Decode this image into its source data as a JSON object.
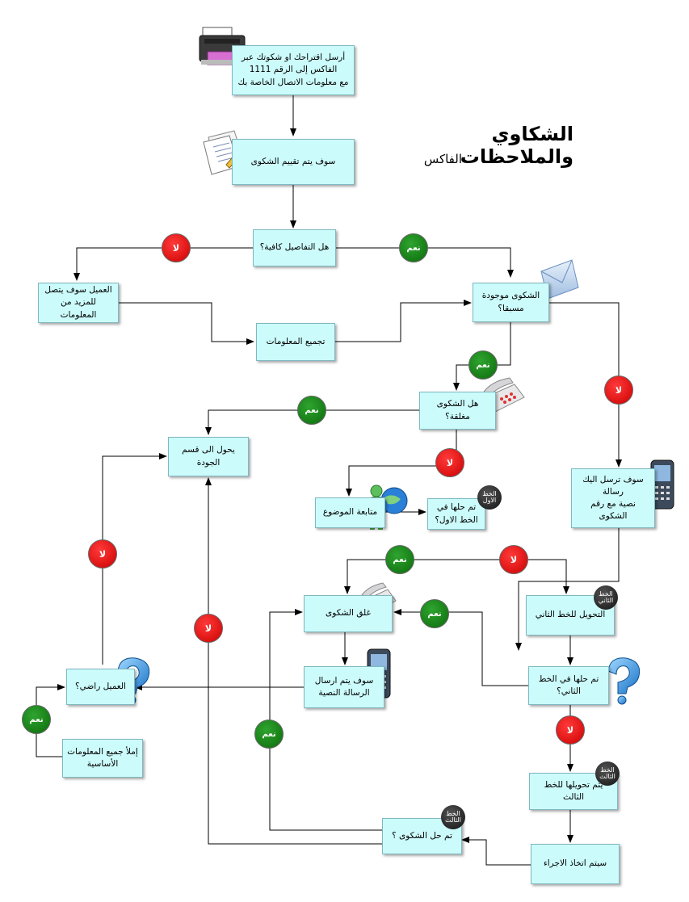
{
  "title": "الشكاوي والملاحظات",
  "subtitle": "الفاكس",
  "boxes": {
    "send_fax": "أرسل اقتراحك او شكوتك عبر\nالفاكس إلى الرقم   1111\nمع معلومات الاتصال الخاصة بك",
    "evaluate": "سوف يتم تقييم الشكوى",
    "details_enough": "هل التفاصيل كافية؟",
    "customer_contacted": "العميل سوف يتصل\nللمزيد من المعلومات",
    "collect_info": "تجميع المعلومات",
    "previous_complaint": "الشكوى موجودة مسبقا؟",
    "is_closed": "هل الشكوى مغلقة؟",
    "quality_dept": "يحول الى قسم الجودة",
    "sms_number": "سوف ترسل اليك رسالة\nنصية مع رقم الشكوى",
    "follow_up": "متابعة الموضوع",
    "solved_first": "تم حلها في\nالخط الاول؟",
    "close_complaint": "غلق الشكوى",
    "transfer_second": "التحويل للخط الثاني",
    "solved_second": "تم حلها في الخط الثاني؟",
    "sms_sent": "سوف يتم ارسال\nالرسالة النصية",
    "satisfied": "العميل راضي؟",
    "fill_info": "إملأ جميع المعلومات\nالأساسية",
    "transfer_third": "يتم تحويلها للخط الثالث",
    "action_taken": "سيتم اتخاذ الاجراء",
    "solved_third": "تم حل الشكوى ؟"
  },
  "labels": {
    "yes": "نعم",
    "no": "لا",
    "first_line": "الخط\nالاول",
    "second_line": "الخط\nالثاني",
    "third_line": "الخط\nالثالث"
  },
  "icons": [
    "printer-icon",
    "document-icon",
    "envelope-icon",
    "telephone-icon",
    "mobile-phone-icon",
    "person-globe-icon",
    "question-mark-icon"
  ],
  "colors": {
    "box_fill": "#ccfbfb",
    "yes_badge": "#0b7d0b",
    "no_badge": "#e60000",
    "level_badge": "#222222",
    "arrow": "#000000"
  }
}
